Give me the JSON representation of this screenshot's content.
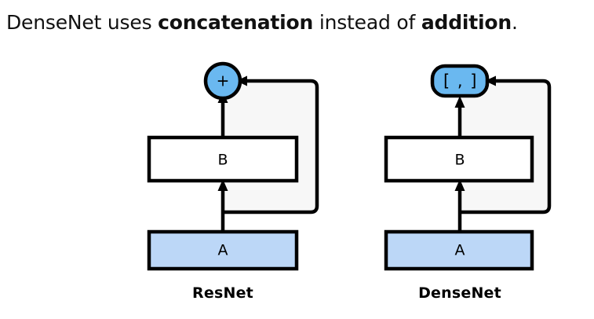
{
  "title": {
    "part1": "DenseNet uses ",
    "emphasis1": "concatenation",
    "part2": " instead of ",
    "emphasis2": "addition",
    "part3": "."
  },
  "colors": {
    "node_blue": "#6ab8f0",
    "box_blue": "#bcd7f7",
    "box_white": "#ffffff",
    "stroke": "#000000",
    "loop_fill": "#f7f7f7",
    "background": "#ffffff"
  },
  "diagrams": [
    {
      "id": "resnet",
      "caption": "ResNet",
      "merge_node": {
        "shape": "circle",
        "label": "+",
        "fill": "#6ab8f0"
      },
      "blocks": [
        {
          "label": "B",
          "fill": "#ffffff"
        },
        {
          "label": "A",
          "fill": "#bcd7f7"
        }
      ],
      "skip_connection": "A output bypasses block B and enters the merge node from the right"
    },
    {
      "id": "densenet",
      "caption": "DenseNet",
      "merge_node": {
        "shape": "rounded-rect",
        "label": "[ , ]",
        "fill": "#6ab8f0"
      },
      "blocks": [
        {
          "label": "B",
          "fill": "#ffffff"
        },
        {
          "label": "A",
          "fill": "#bcd7f7"
        }
      ],
      "skip_connection": "A output bypasses block B and enters the concatenation node from the right"
    }
  ]
}
